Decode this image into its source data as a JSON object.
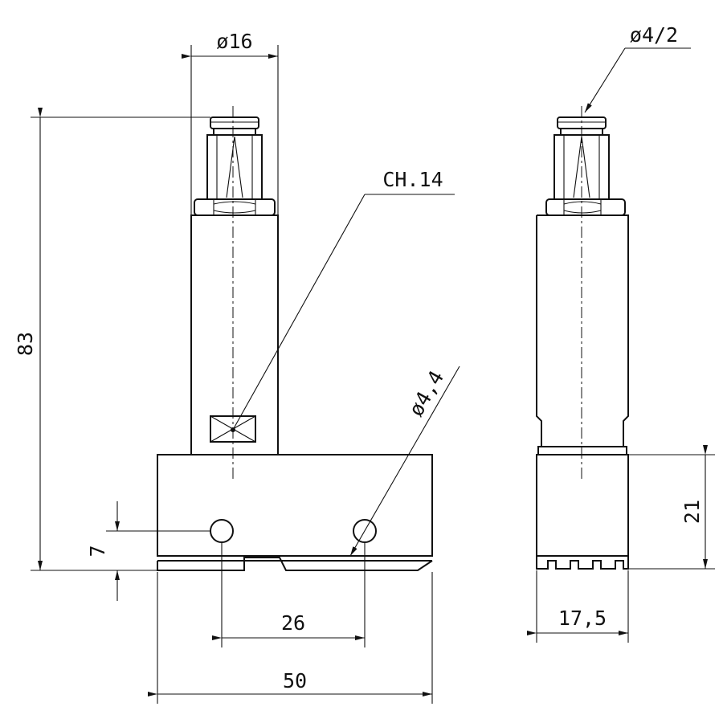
{
  "dimensions": {
    "stem_diameter": "ø16",
    "port_diameter": "ø4/2",
    "wrench_size": "CH.14",
    "hole_diameter": "ø4,4",
    "height": "83",
    "base_height": "21",
    "hole_offset": "7",
    "hole_spacing": "26",
    "width": "50",
    "depth": "17,5"
  }
}
